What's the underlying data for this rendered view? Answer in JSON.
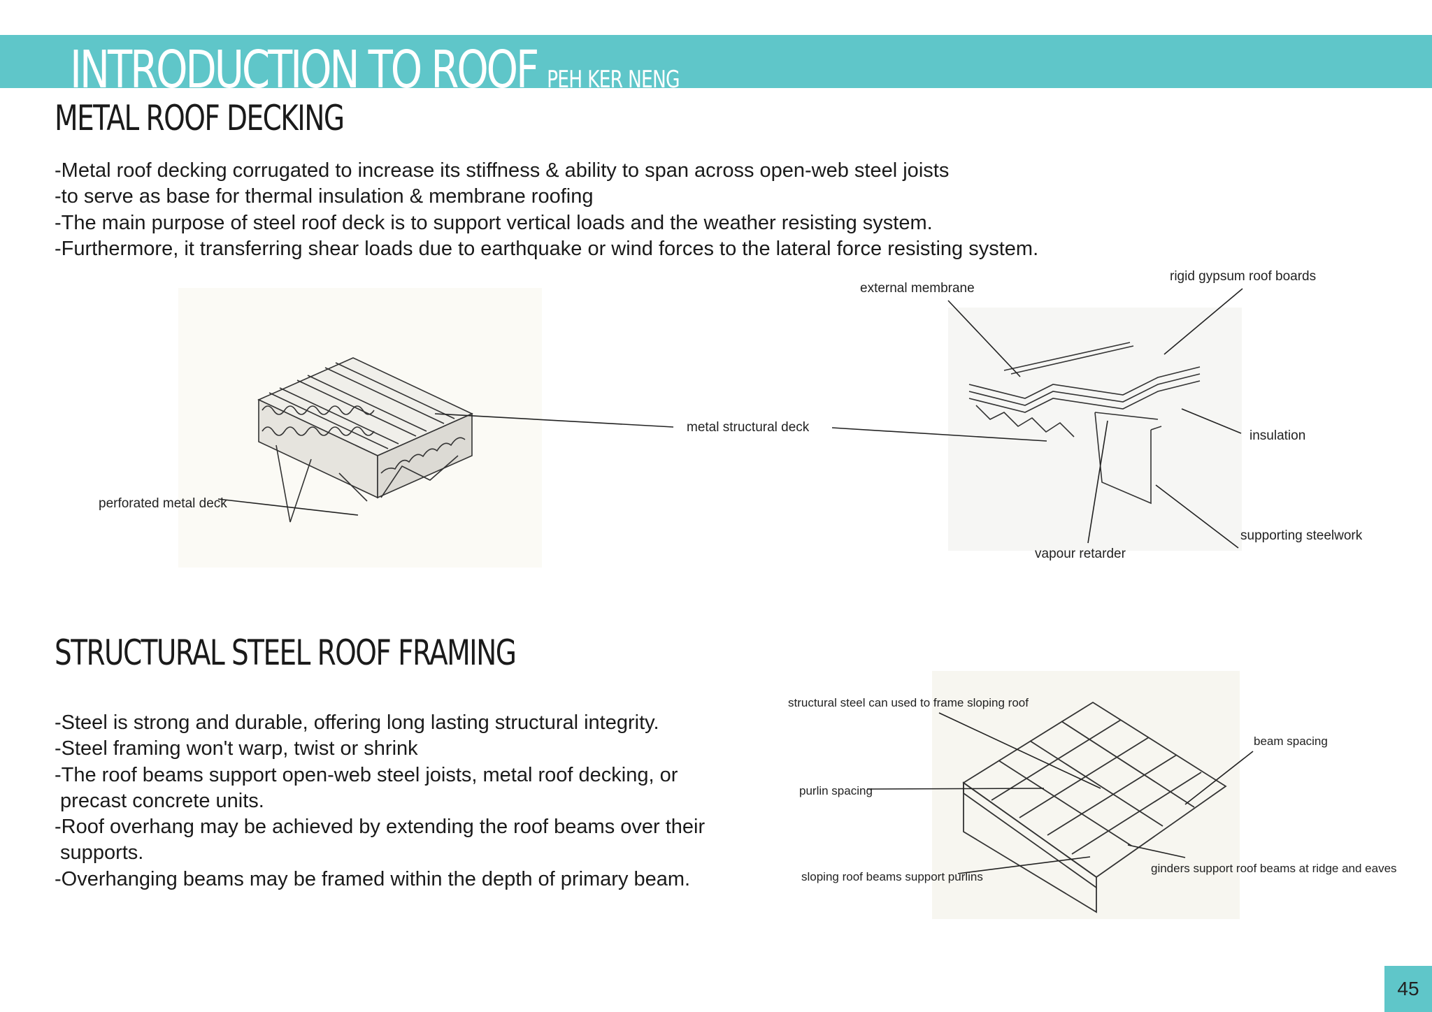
{
  "banner": {
    "title": "INTRODUCTION TO ROOF",
    "author": "PEH KER NENG"
  },
  "section1": {
    "heading": "METAL ROOF DECKING",
    "lines": [
      "-Metal roof decking corrugated to increase its stiffness & ability to span across open-web steel joists",
      "-to serve as base for thermal insulation & membrane roofing",
      "-The main purpose of steel roof deck is to support vertical loads and the weather resisting system.",
      "-Furthermore, it transferring shear loads due to earthquake or wind forces to the lateral force resisting system."
    ],
    "labels": {
      "external_membrane": "external membrane",
      "rigid_gypsum": "rigid gypsum roof boards",
      "metal_structural_deck": "metal structural deck",
      "insulation": "insulation",
      "perforated_metal_deck": "perforated metal deck",
      "supporting_steelwork": "supporting steelwork",
      "vapour_retarder": "vapour retarder"
    }
  },
  "section2": {
    "heading": "STRUCTURAL STEEL ROOF FRAMING",
    "lines": [
      "-Steel is strong and durable, offering long lasting structural integrity.",
      "-Steel framing won't warp, twist or shrink",
      "-The roof beams support open-web steel joists, metal roof decking, or",
      " precast concrete units.",
      "-Roof overhang may be achieved by extending the roof beams over their",
      " supports.",
      "-Overhanging beams may be framed within the depth of primary beam."
    ],
    "labels": {
      "frame_sloping": "structural steel can used to frame sloping roof",
      "beam_spacing": "beam spacing",
      "purlin_spacing": "purlin spacing",
      "sloping_beams": "sloping roof beams support purlins",
      "ginders": "ginders support roof beams at ridge and eaves"
    }
  },
  "page_number": "45"
}
